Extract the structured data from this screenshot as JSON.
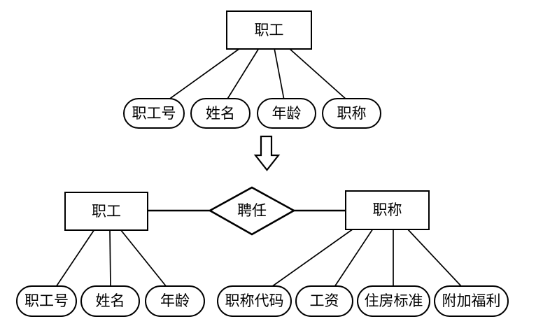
{
  "top_diagram": {
    "entity_label": "职工",
    "attributes": [
      "职工号",
      "姓名",
      "年龄",
      "职称"
    ]
  },
  "bottom_diagram": {
    "left_entity_label": "职工",
    "relationship_label": "聘任",
    "right_entity_label": "职称",
    "left_entity_attributes": [
      "职工号",
      "姓名",
      "年龄"
    ],
    "right_entity_attributes": [
      "职称代码",
      "工资",
      "住房标准",
      "附加福利"
    ]
  },
  "icons": {
    "transform_arrow": "hollow-down-arrow"
  },
  "colors": {
    "stroke": "#000000",
    "background": "#ffffff",
    "shape_fill": "#ffffff"
  }
}
